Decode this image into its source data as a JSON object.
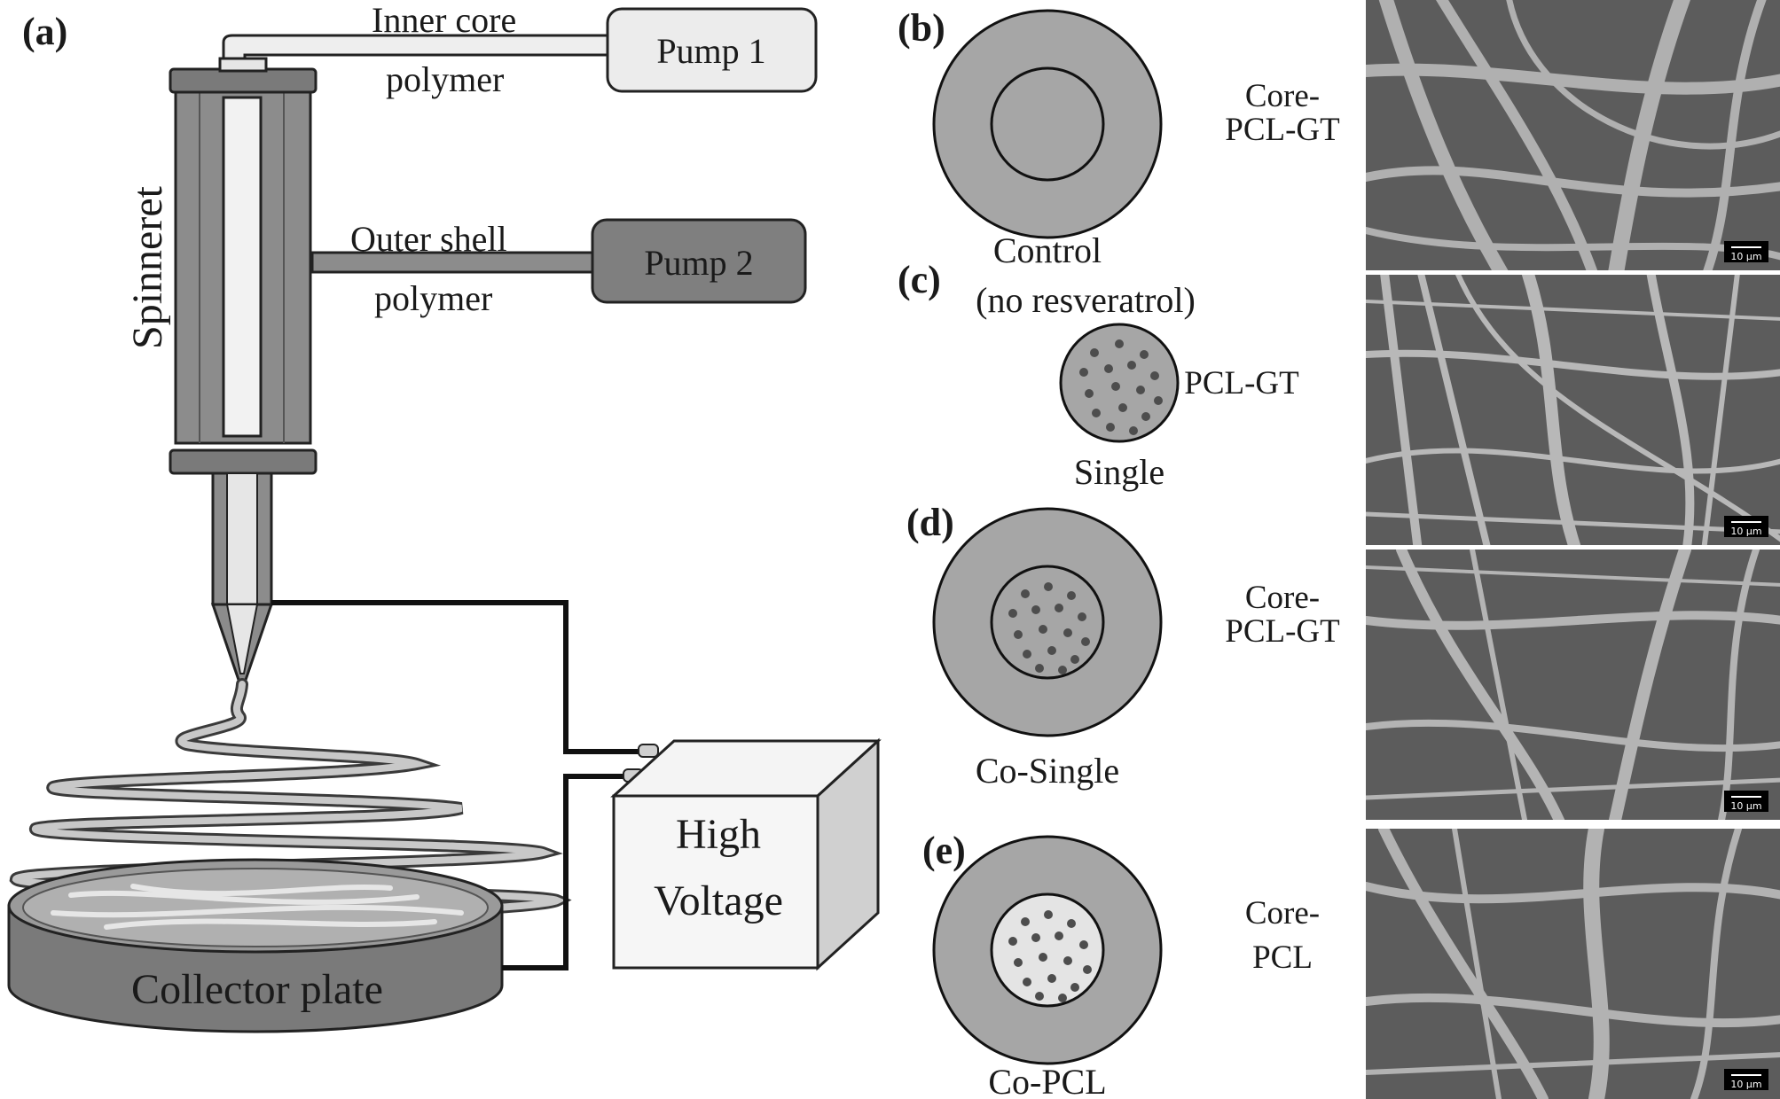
{
  "panel_labels": {
    "a": "(a)",
    "b": "(b)",
    "c": "(c)",
    "d": "(d)",
    "e": "(e)"
  },
  "setup": {
    "inner_core_1": "Inner core",
    "inner_core_2": "polymer",
    "pump1": "Pump 1",
    "outer_shell_1": "Outer shell",
    "outer_shell_2": "polymer",
    "pump2": "Pump 2",
    "spinneret": "Spinneret",
    "high_voltage_1": "High",
    "high_voltage_2": "Voltage",
    "collector": "Collector plate"
  },
  "fibers": [
    {
      "label_1": "Control",
      "label_2": "(no resveratrol)",
      "side_1": "Core-",
      "side_2": "PCL-GT"
    },
    {
      "label_1": "Single",
      "label_2": "",
      "side_1": "PCL-GT",
      "side_2": ""
    },
    {
      "label_1": "Co-Single",
      "label_2": "",
      "side_1": "Core-",
      "side_2": "PCL-GT"
    },
    {
      "label_1": "Co-PCL",
      "label_2": "",
      "side_1": "Core-",
      "side_2": "PCL"
    }
  ],
  "scale_bar_label": "10 μm",
  "colors": {
    "shell": "#a6a6a6",
    "core_light": "#e4e4e4",
    "dot": "#4d4d4d",
    "sem_bg": "#5c5c5c",
    "pump1": "#ececec",
    "pump2": "#7f7f7f"
  }
}
